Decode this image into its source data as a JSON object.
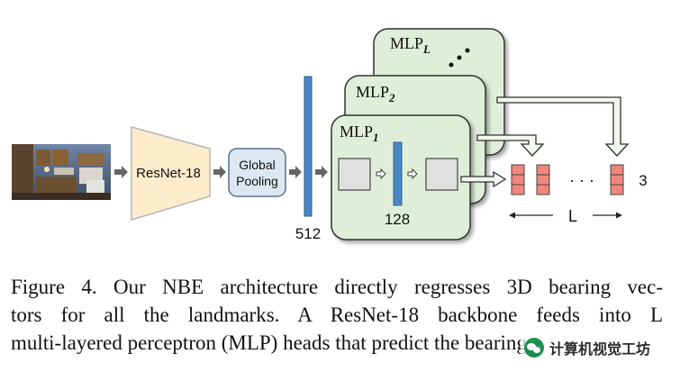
{
  "diagram": {
    "backbone_label": "ResNet-18",
    "pooling_label_line1": "Global",
    "pooling_label_line2": "Pooling",
    "feature_dim_label": "512",
    "mlp_heads": [
      {
        "base": "MLP",
        "sub": "L"
      },
      {
        "base": "MLP",
        "sub": "2"
      },
      {
        "base": "MLP",
        "sub": "1"
      }
    ],
    "hidden_dim_label": "128",
    "output_dim_label": "3",
    "ellipsis_label": "· · ·",
    "count_label": "L",
    "colors": {
      "mlp_fill": "#dfeed8",
      "resnet_fill": "#fdeccc",
      "pooling_fill": "#dde7f2",
      "feature_bar": "#4a86c5",
      "output_cell": "#f0867c",
      "arrow_fill": "#f3f8ee"
    }
  },
  "caption": {
    "line1": "Figure 4. Our NBE architecture directly regresses 3D bearing vec-",
    "line2": "tors for all the landmarks.  A ResNet-18 backbone feeds into L",
    "line3": "multi-layered perceptron (MLP) heads that predict the bearings."
  },
  "watermark": {
    "text": "计算机视觉工坊"
  }
}
